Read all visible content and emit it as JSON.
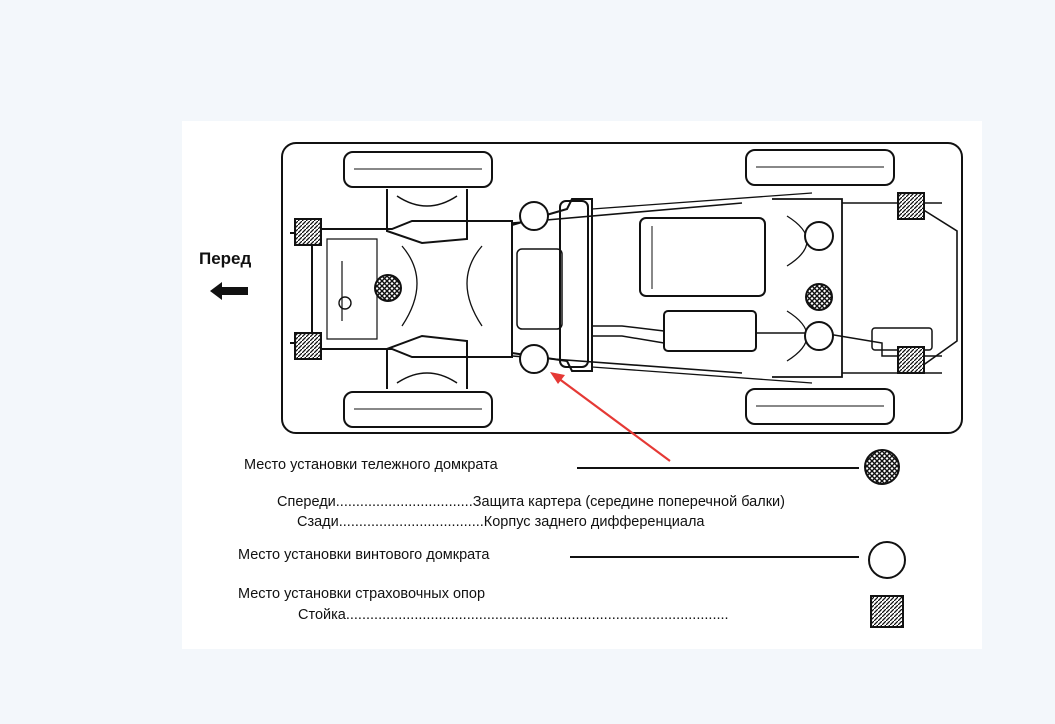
{
  "direction_label": "Перед",
  "legend": {
    "trolley_jack": "Место установки тележного домкрата",
    "front_label": "Спереди",
    "front_dots": "..................................",
    "front_value": "Защита картера (середине поперечной балки)",
    "rear_label": "Сзади",
    "rear_dots": "....................................",
    "rear_value": "Корпус  заднего дифференциала",
    "screw_jack": "Место установки  винтового домкрата",
    "safety_stands": "Место установки  страховочных опор",
    "stand_label": "Стойка",
    "stand_dots": "..............................................................................................."
  },
  "colors": {
    "background": "#f3f7fb",
    "panel": "#ffffff",
    "line": "#111111",
    "pointer_arrow": "#e53935"
  },
  "icons": {
    "trolley_jack_mark": "crosshatched-circle",
    "screw_jack_mark": "open-circle",
    "safety_stand_mark": "hatched-square",
    "direction_arrow": "left-arrow"
  }
}
